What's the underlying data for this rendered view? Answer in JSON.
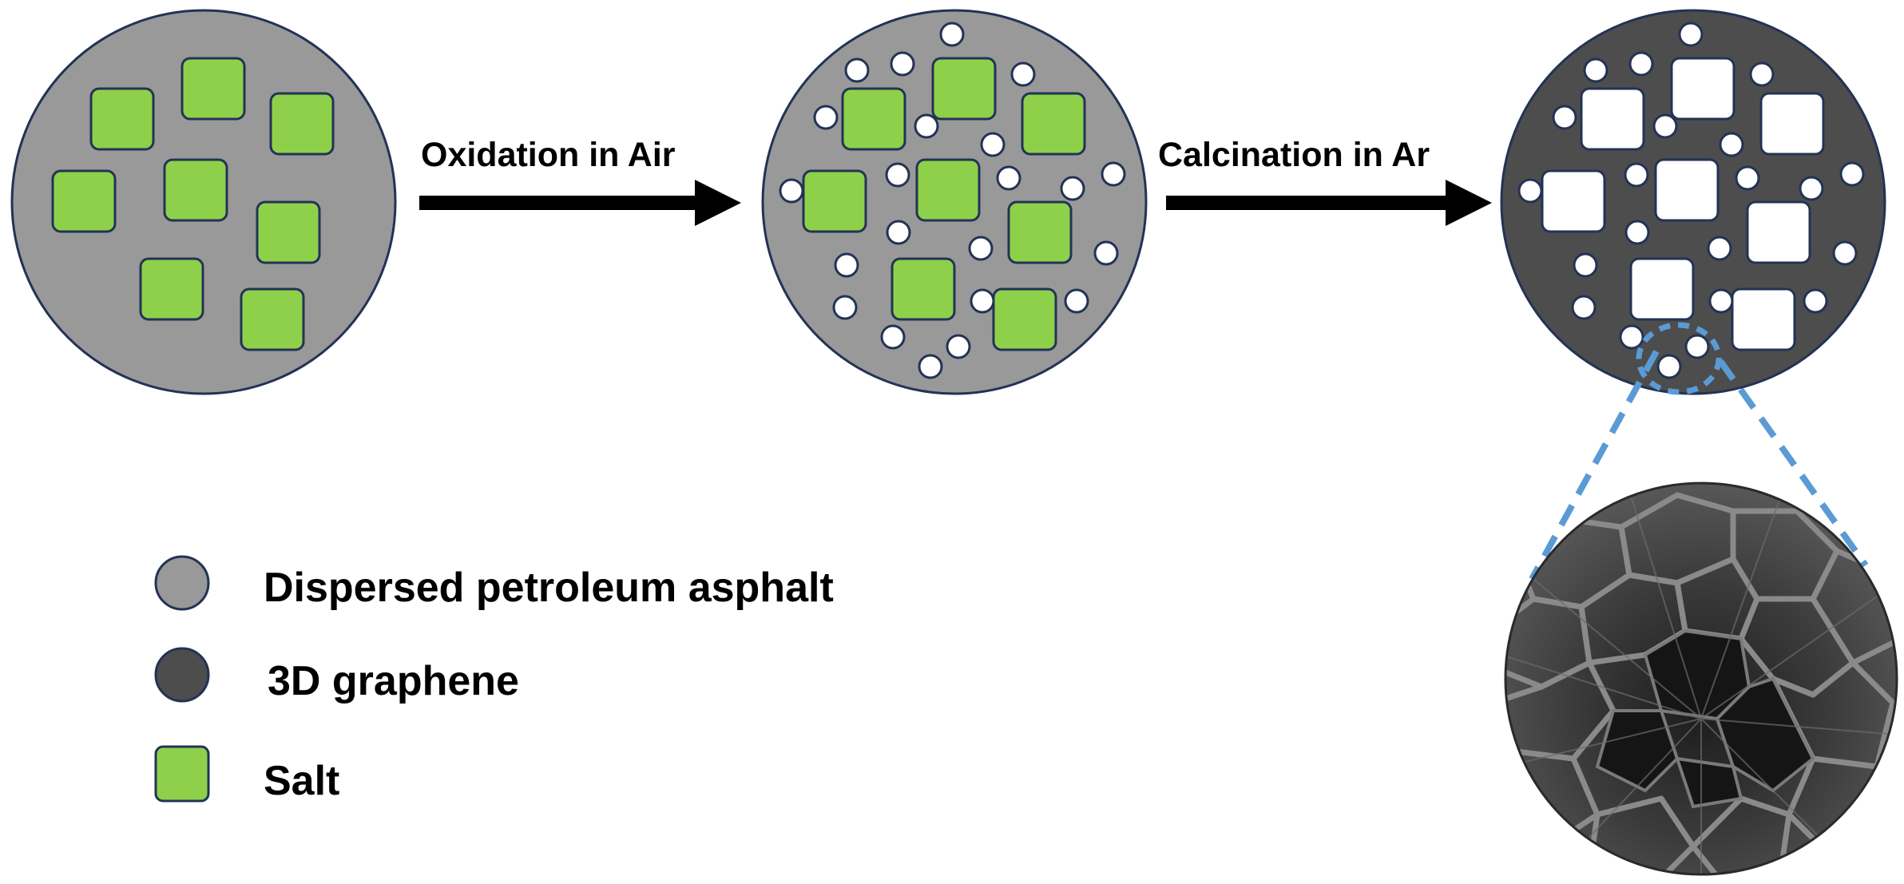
{
  "steps": [
    {
      "label": "Oxidation in Air"
    },
    {
      "label": "Calcination in Ar"
    }
  ],
  "legend": [
    {
      "label": "Dispersed petroleum asphalt",
      "symbol": "circle-light-gray"
    },
    {
      "label": "3D graphene",
      "symbol": "circle-dark-gray"
    },
    {
      "label": "Salt",
      "symbol": "green-square"
    }
  ],
  "colors": {
    "asphalt": "#999999",
    "graphene": "#4d4d4d",
    "salt": "#8fd04a",
    "outline": "#223355",
    "zoom_line": "#5b9bd5",
    "arrow": "#000000"
  }
}
